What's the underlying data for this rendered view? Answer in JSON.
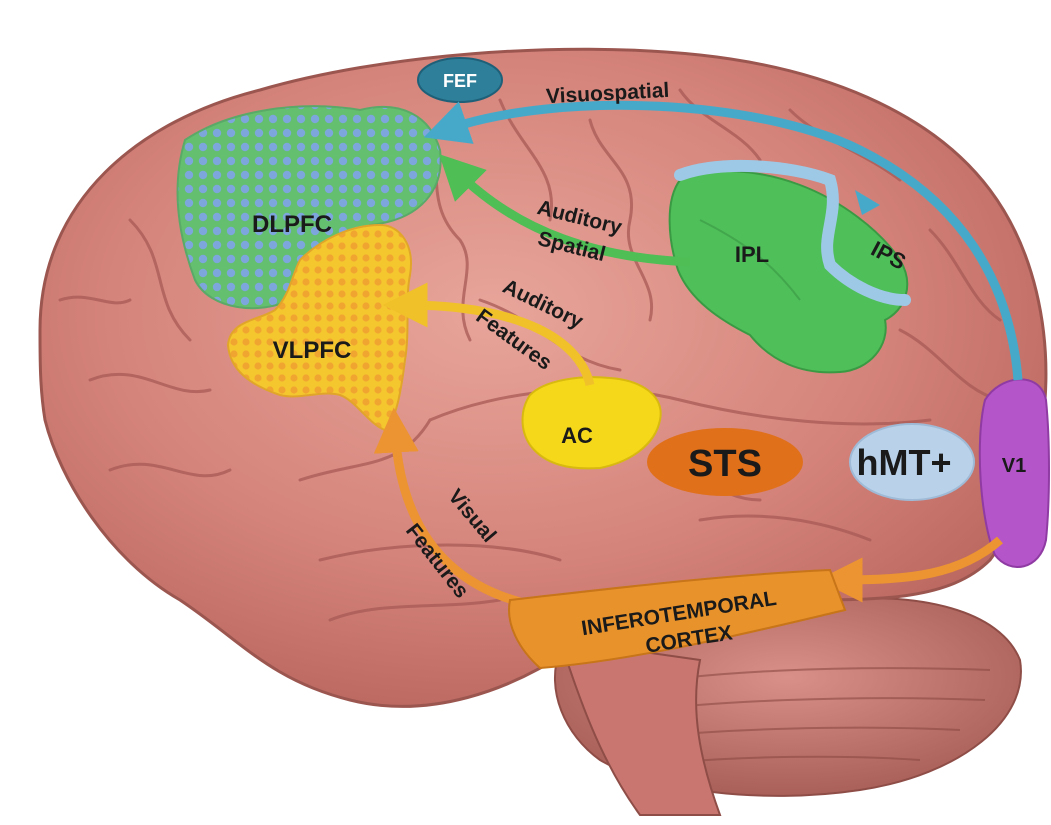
{
  "regions": {
    "fef": "FEF",
    "dlpfc": "DLPFC",
    "vlpfc": "VLPFC",
    "ipl": "IPL",
    "ips": "IPS",
    "ac": "AC",
    "sts": "STS",
    "hmt": "hMT+",
    "v1": "V1",
    "it_line1": "INFEROTEMPORAL",
    "it_line2": "CORTEX"
  },
  "pathways": {
    "visuospatial": "Visuospatial",
    "auditory_spatial_1": "Auditory",
    "auditory_spatial_2": "Spatial",
    "auditory_features_1": "Auditory",
    "auditory_features_2": "Features",
    "visual_features_1": "Visual",
    "visual_features_2": "Features"
  },
  "colors": {
    "brain": "#d4837a",
    "brain_dark": "#a85a55",
    "dlpfc": "#5cc46a",
    "dlpfc_dots": "#7aa7d9",
    "vlpfc": "#f4c430",
    "ipl": "#4fbf5a",
    "ips": "#9ec9e6",
    "ac": "#f6d81a",
    "sts": "#e0701a",
    "hmt": "#b9d2ea",
    "v1": "#b455c9",
    "it": "#e8922c",
    "fef": "#2e7f9a",
    "arrow_blue": "#47a9c9",
    "arrow_green": "#4ebe55",
    "arrow_yellow": "#f1c12a",
    "arrow_orange": "#ec9431"
  }
}
